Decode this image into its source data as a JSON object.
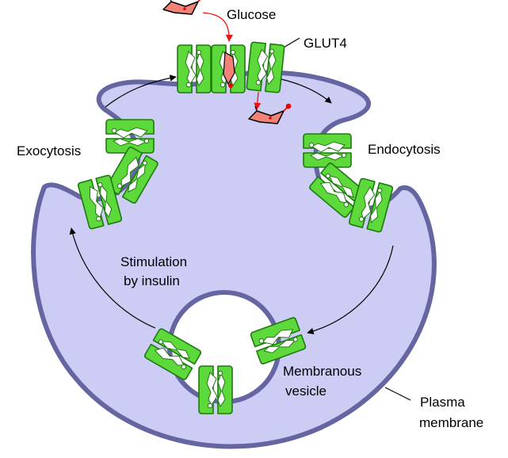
{
  "labels": {
    "glucose": "Glucose",
    "glut4": "GLUT4",
    "exocytosis": "Exocytosis",
    "endocytosis": "Endocytosis",
    "stimulation_line1": "Stimulation",
    "stimulation_line2": "by insulin",
    "membranous_line1": "Membranous",
    "membranous_line2": "vesicle",
    "plasma_line1": "Plasma",
    "plasma_line2": "membrane"
  },
  "colors": {
    "cell_fill": "#ccccf5",
    "membrane": "#6565a2",
    "transporter_fill": "#5dd93c",
    "transporter_stroke": "#1d7a10",
    "glucose_fill": "#f08278",
    "glucose_accent": "#ee0000",
    "arrow_red": "#ee1111",
    "arrow_black": "#000000"
  }
}
